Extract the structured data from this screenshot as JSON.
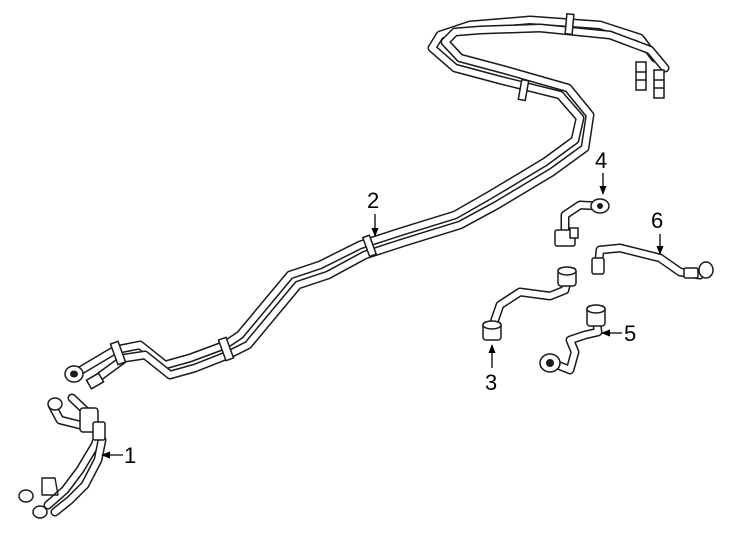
{
  "callouts": [
    {
      "id": "part-1",
      "label": "1"
    },
    {
      "id": "part-2",
      "label": "2"
    },
    {
      "id": "part-3",
      "label": "3"
    },
    {
      "id": "part-4",
      "label": "4"
    },
    {
      "id": "part-5",
      "label": "5"
    },
    {
      "id": "part-6",
      "label": "6"
    }
  ],
  "colors": {
    "line": "#1a1a1a",
    "background": "#ffffff"
  }
}
